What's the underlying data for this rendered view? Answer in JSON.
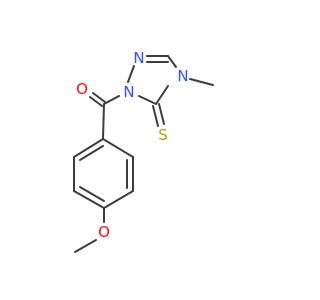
{
  "atoms": {
    "carbonyl_o": {
      "label": "O",
      "color": "#ff0d0d"
    },
    "n1": {
      "label": "N",
      "color": "#3050f8"
    },
    "n2": {
      "label": "N",
      "color": "#3050f8"
    },
    "n4": {
      "label": "N",
      "color": "#3050f8"
    },
    "thione_s": {
      "label": "S",
      "color": "#b3a200"
    },
    "methoxy_o": {
      "label": "O",
      "color": "#ff0d0d"
    }
  },
  "bond_color": "#3c3c3c"
}
